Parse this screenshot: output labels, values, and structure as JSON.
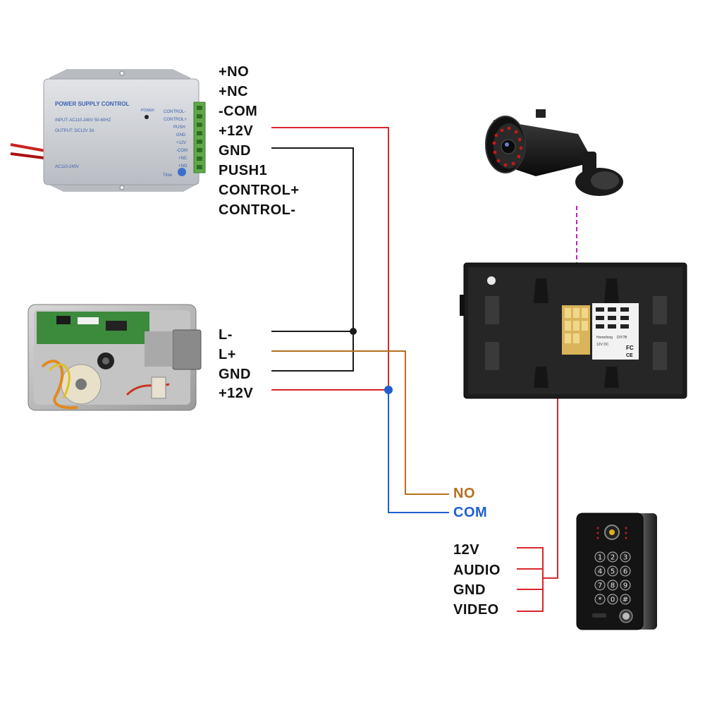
{
  "colors": {
    "red_wire": "#d9262c",
    "black_wire": "#1a1a1a",
    "brown_wire": "#b5701f",
    "blue_wire": "#1f5fd0",
    "magenta_wire": "#c020c0",
    "no_label": "#b5701f",
    "com_label": "#1f5fd0"
  },
  "power_supply": {
    "title": "POWER SUPPLY CONTROL",
    "input": "INPUT: AC110-240V 50-60HZ",
    "output": "OUTPUT: DC12V  3A",
    "ac_label": "AC110-240V",
    "power_led": "POWER",
    "time_label": "Time",
    "terminals": [
      "CONTROL-",
      "CONTROL+",
      "PUSH",
      "GND",
      "+12V",
      "-COM",
      "+NC",
      "+NO"
    ]
  },
  "psu_labels": [
    "+NO",
    "+NC",
    "-COM",
    "+12V",
    "GND",
    "PUSH1",
    "CONTROL+",
    "CONTROL-"
  ],
  "lock_labels": [
    "L-",
    "L+",
    "GND",
    "+12V"
  ],
  "relay_labels": {
    "no": "NO",
    "com": "COM"
  },
  "doorbell_labels": [
    "12V",
    "AUDIO",
    "GND",
    "VIDEO"
  ],
  "keypad_keys": [
    "1",
    "2",
    "3",
    "4",
    "5",
    "6",
    "7",
    "8",
    "9",
    "*",
    "0",
    "#"
  ],
  "monitor_sticker": [
    "Homefong",
    "DIY7B",
    "12V DC",
    "FC",
    "CE"
  ]
}
